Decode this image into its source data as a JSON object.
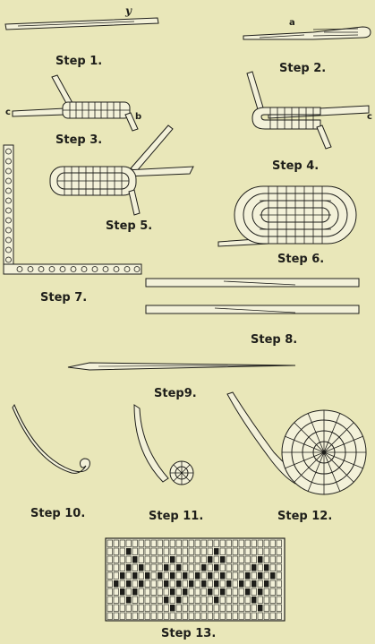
{
  "captions": {
    "step1": "Step 1.",
    "step2": "Step 2.",
    "step3": "Step 3.",
    "step4": "Step 4.",
    "step5": "Step 5.",
    "step6": "Step 6.",
    "step7": "Step 7.",
    "step8": "Step 8.",
    "step9": "Step9.",
    "step10": "Step 10.",
    "step11": "Step 11.",
    "step12": "Step 12.",
    "step13": "Step 13."
  },
  "letters": {
    "y": "y",
    "a": "a",
    "b": "b",
    "c_step3": "c",
    "c_step4": "c"
  },
  "colors": {
    "paper": "#e9e7b9",
    "ink": "#1e1e1a",
    "strip": "#f3f1d9"
  }
}
